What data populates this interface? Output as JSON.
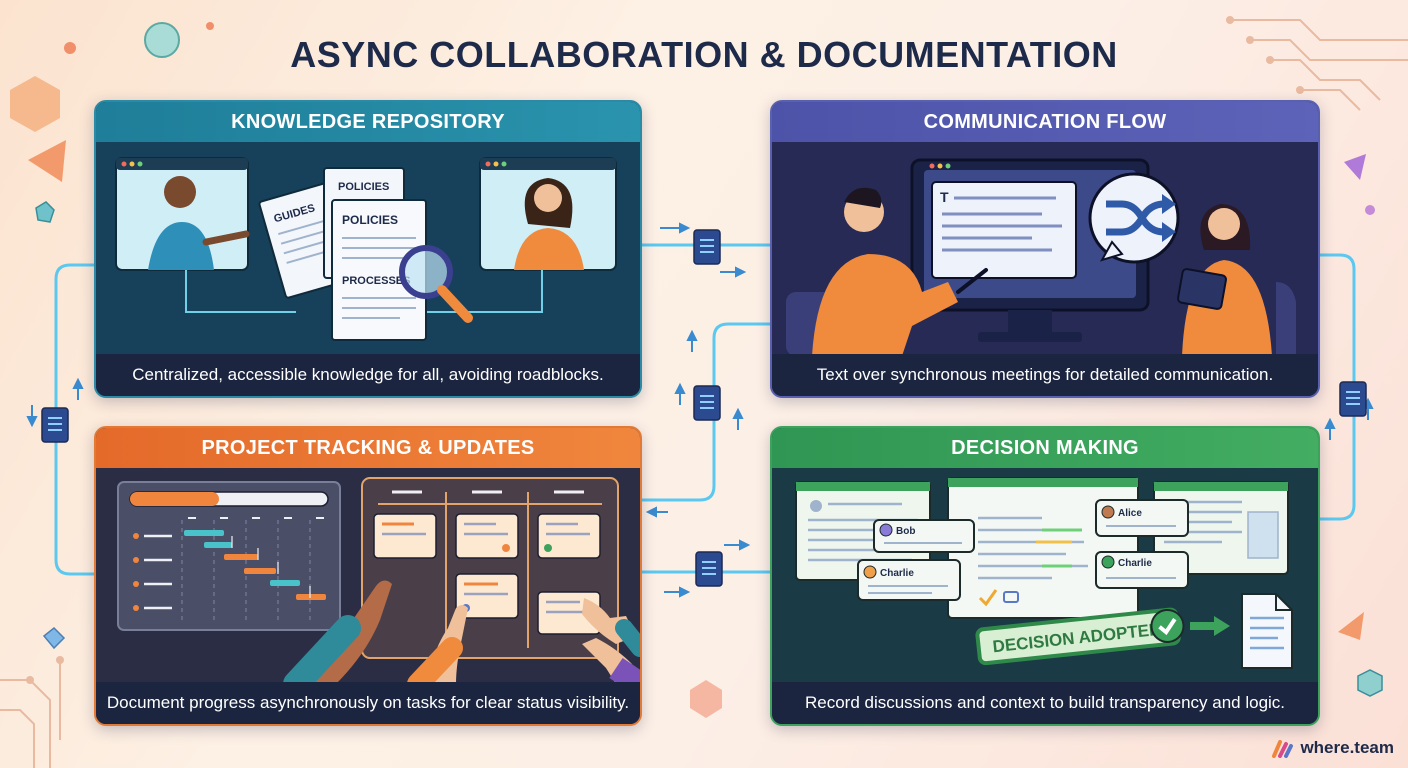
{
  "title": "ASYNC COLLABORATION & DOCUMENTATION",
  "panels": {
    "knowledge": {
      "header": "KNOWLEDGE REPOSITORY",
      "caption": "Centralized, accessible knowledge for all, avoiding roadblocks.",
      "doc_labels": [
        "GUIDES",
        "POLICIES",
        "POLICIES",
        "PROCESSES"
      ]
    },
    "communication": {
      "header": "COMMUNICATION FLOW",
      "caption": "Text over synchronous meetings for detailed communication.",
      "editor_glyph": "T"
    },
    "tracking": {
      "header": "PROJECT TRACKING & UPDATES",
      "caption": "Document progress asynchronously on tasks for clear status visibility.",
      "progress": 0.45
    },
    "decision": {
      "header": "DECISION MAKING",
      "caption": "Record discussions and context to build transparency and logic.",
      "participants": [
        "Bob",
        "Charlie",
        "Alice",
        "Charlie"
      ],
      "stamp": "DECISION ADOPTED"
    }
  },
  "brand": "where.team",
  "colors": {
    "knowledge": "#2a93ad",
    "communication": "#5d63b8",
    "tracking": "#f0863d",
    "decision": "#43ad62",
    "connector": "#5bc8f0"
  }
}
